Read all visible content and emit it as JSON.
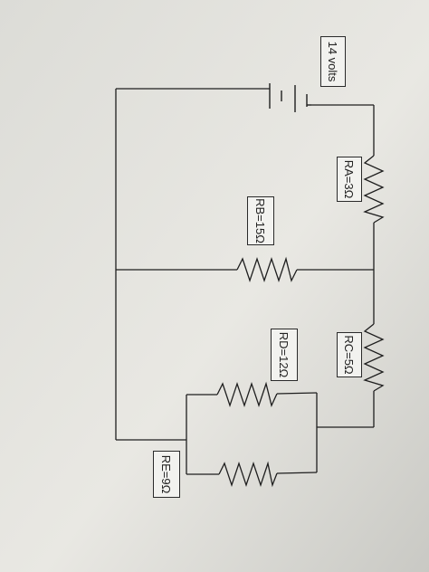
{
  "source_label": "14 volts",
  "resistors": {
    "ra": "RA=3Ω",
    "rb": "RB=15Ω",
    "rc": "RC=5Ω",
    "rd": "RD=12Ω",
    "re": "RE=9Ω"
  },
  "colors": {
    "background": "#6f747a",
    "paper": "#ecebe6",
    "wire": "#1e1e1e"
  }
}
